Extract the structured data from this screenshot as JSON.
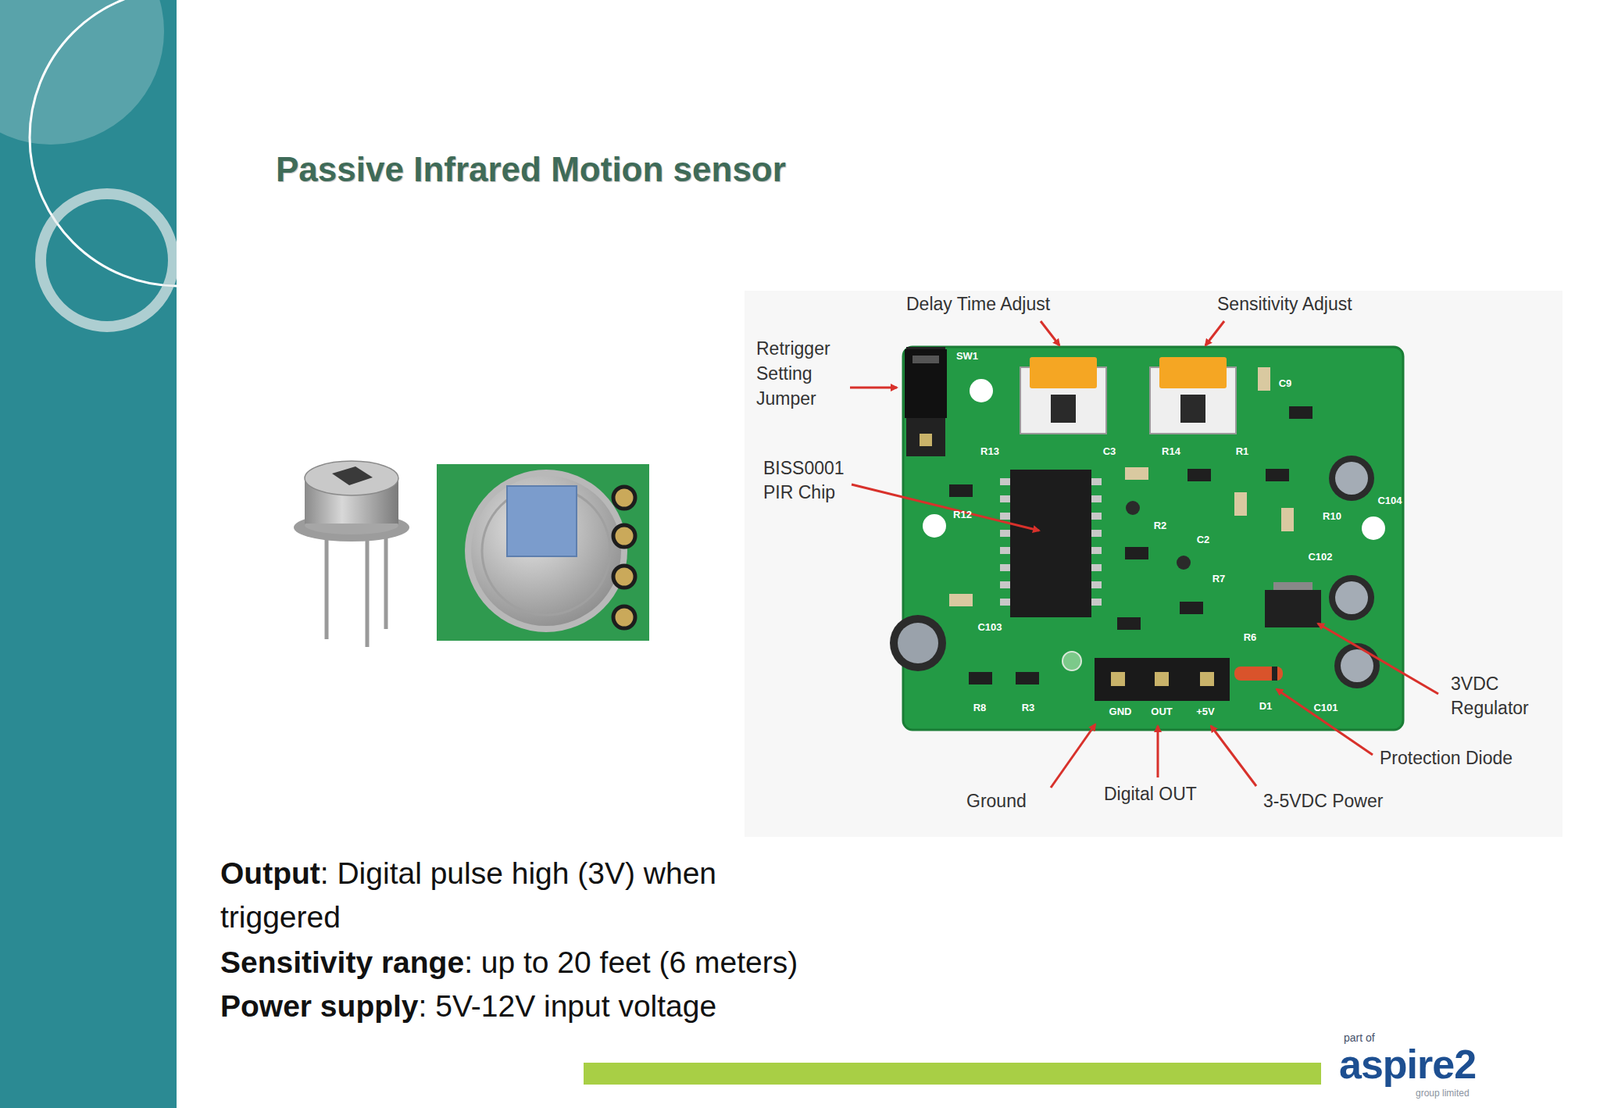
{
  "diagram": {
    "title": "Passive Infrared Motion sensor",
    "labels": [
      "Delay Time Adjust",
      "Sensitivity Adjust",
      "Retrigger Setting Jumper",
      "BISS0001 PIR Chip",
      "3VDC Regulator",
      "Protection Diode",
      "Ground",
      "Digital OUT",
      "3-5VDC Power",
      "SW1",
      "R13",
      "C3",
      "R14",
      "R1",
      "C9",
      "R12",
      "R2",
      "C2",
      "R7",
      "R6",
      "C102",
      "R10",
      "C104",
      "C103",
      "R8",
      "R3",
      "D1",
      "C101",
      "GND",
      "OUT",
      "+5V",
      "Output",
      ": Digital pulse high (3V) when triggered",
      "Sensitivity range",
      ": up to 20 feet (6 meters)",
      "Power supply",
      ": 5V-12V input voltage",
      "part of",
      "aspire2",
      "group limited"
    ]
  }
}
